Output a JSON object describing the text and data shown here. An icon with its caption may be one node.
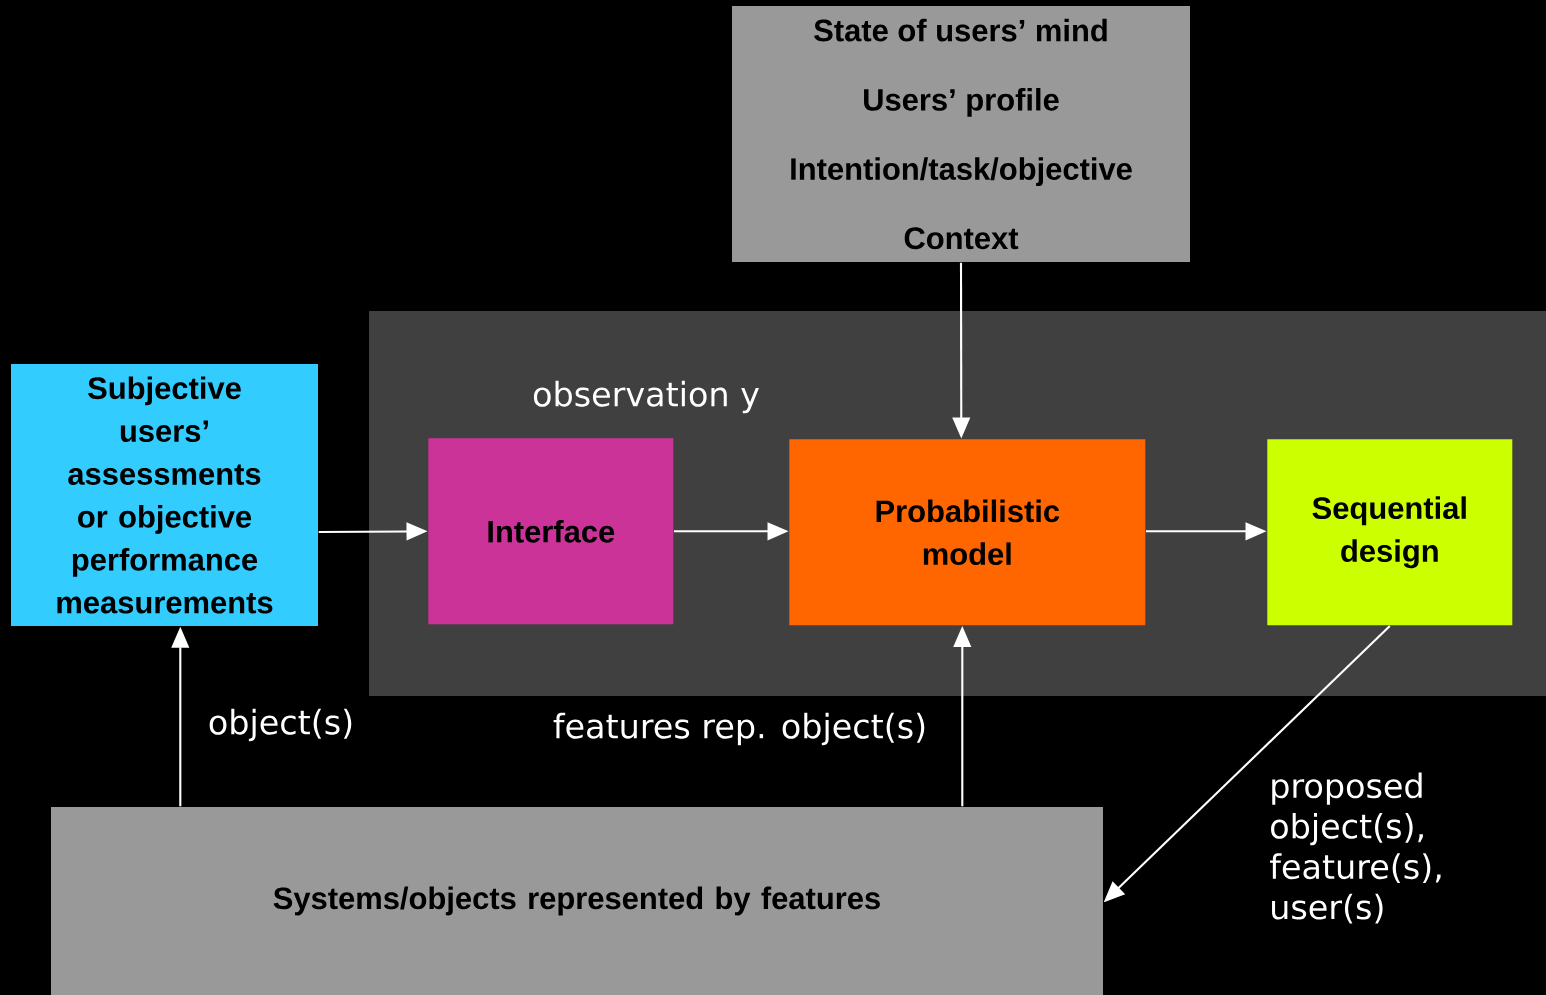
{
  "diagram": {
    "nodes": [
      {
        "text": [
          "State of users’ mind",
          "Users’ profile",
          "Intention/task/objective",
          "Context"
        ]
      },
      {
        "text": [
          "Subjective users’ assessments or objective performance measurements"
        ]
      },
      {
        "text": [],
        "shape": "box"
      },
      {
        "text": [
          "Interface"
        ],
        "in": 2
      },
      {
        "text": [
          "Probabilistic model"
        ],
        "in": 2
      },
      {
        "text": [
          "Sequential design"
        ],
        "in": 2
      },
      {
        "text": [
          "Systems/objects represented by features"
        ]
      }
    ],
    "edges": [
      {
        "from": 1,
        "to": 3,
        "arrow": "to"
      },
      {
        "from": 3,
        "to": 4,
        "arrow": "to"
      },
      {
        "from": 4,
        "to": 5,
        "arrow": "to"
      },
      {
        "from": 0,
        "to": 4,
        "arrow": "to"
      },
      {
        "from": 6,
        "to": 1,
        "arrow": "to",
        "label": "object(s)"
      },
      {
        "from": 6,
        "to": 4,
        "arrow": "to",
        "label": "features rep. object(s)"
      },
      {
        "from": 5,
        "to": 6,
        "arrow": "to",
        "label": "proposed object(s), feature(s), user(s)"
      }
    ],
    "labels": [
      "observation y"
    ]
  }
}
